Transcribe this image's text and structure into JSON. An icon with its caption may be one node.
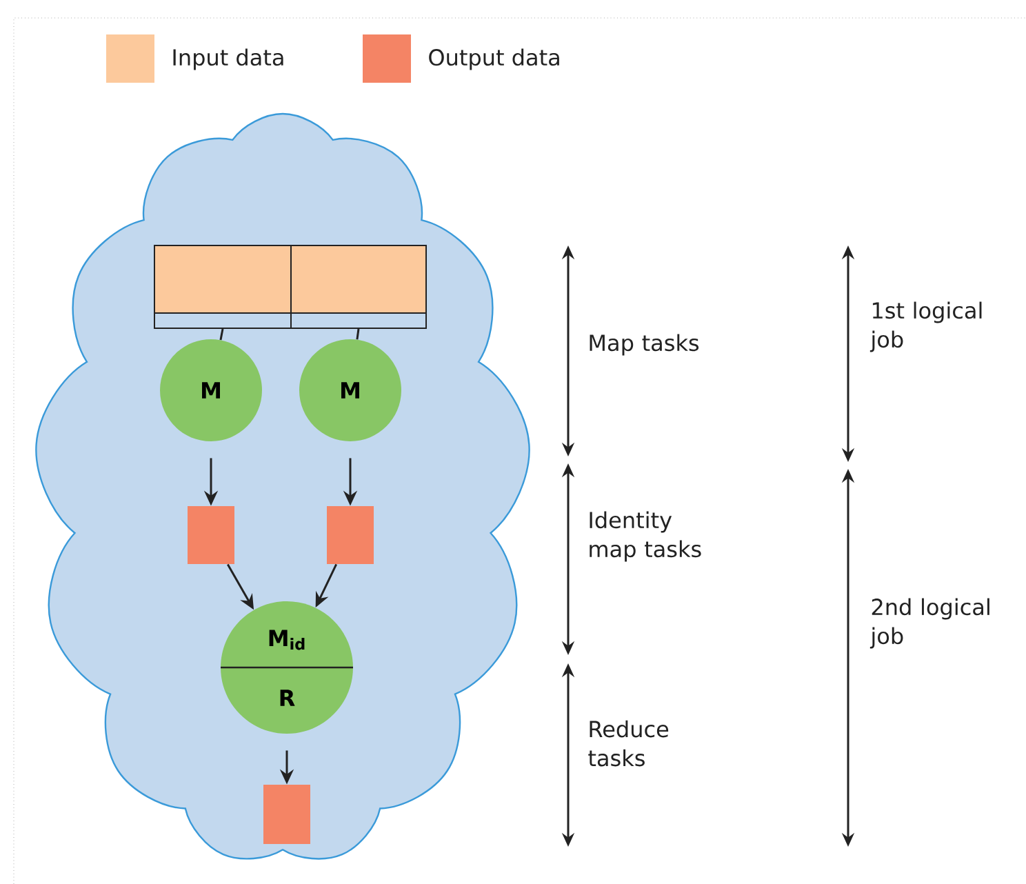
{
  "diagram": {
    "nodes": [
      {
        "text": [],
        "shape": "cloud"
      },
      {
        "text": [],
        "shape": "box",
        "in": 0
      },
      {
        "text": [],
        "shape": "box",
        "in": 0
      },
      {
        "text": [
          "M"
        ],
        "in": 0
      },
      {
        "text": [
          "M"
        ],
        "in": 0
      },
      {
        "text": [],
        "shape": "box",
        "in": 0
      },
      {
        "text": [],
        "shape": "box",
        "in": 0
      },
      {
        "text": [
          "M$_{id}$",
          "R"
        ],
        "in": 0
      },
      {
        "text": [],
        "shape": "box",
        "in": 0
      }
    ],
    "edges": [
      {
        "from": 1,
        "to": 3,
        "arrow": "none"
      },
      {
        "from": 2,
        "to": 4,
        "arrow": "none"
      },
      {
        "from": 3,
        "to": 5,
        "arrow": "to"
      },
      {
        "from": 4,
        "to": 6,
        "arrow": "to"
      },
      {
        "from": 5,
        "to": 7,
        "arrow": "to"
      },
      {
        "from": 6,
        "to": 7,
        "arrow": "to"
      },
      {
        "from": 7,
        "to": 8,
        "arrow": "to"
      }
    ],
    "labels": [
      "Map tasks",
      "Identity map tasks",
      "Reduce tasks",
      "1st logical job",
      "2nd logical job"
    ],
    "legend": [
      {
        "text": "Input data",
        "color": "#fcc99c"
      },
      {
        "text": "Output data",
        "color": "#f48465"
      }
    ]
  }
}
